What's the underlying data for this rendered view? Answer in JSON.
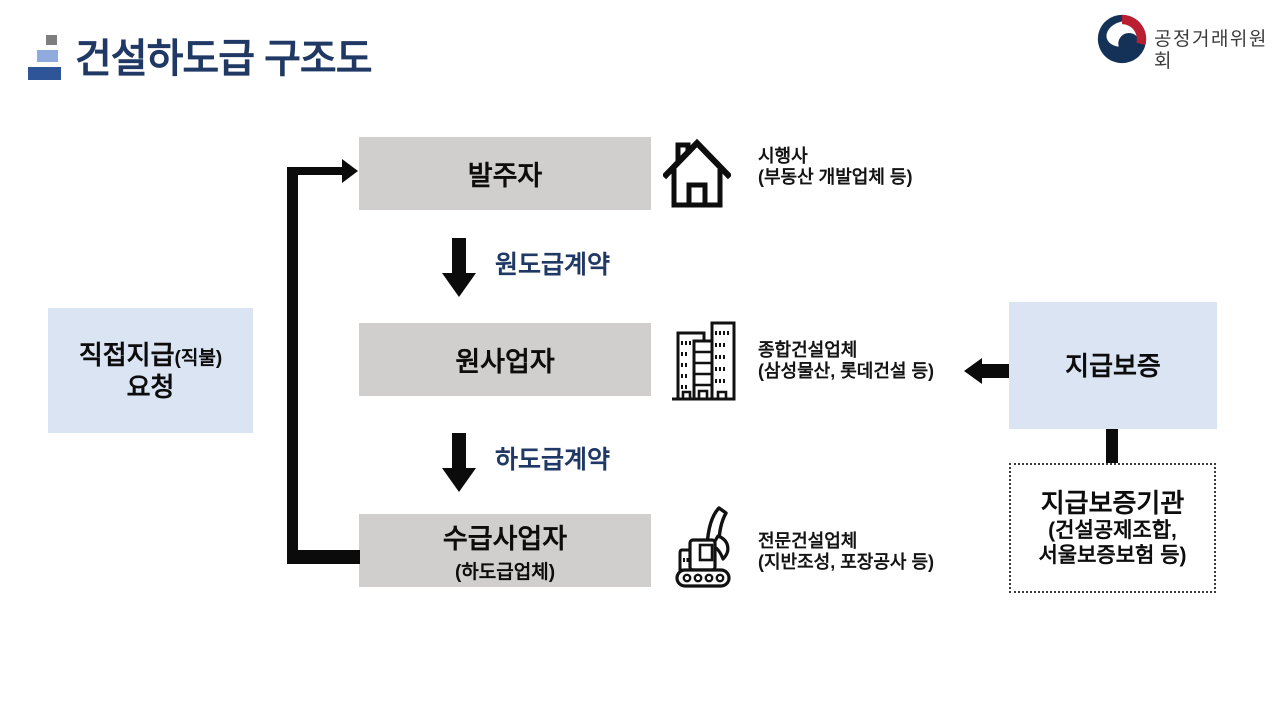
{
  "page": {
    "title": "건설하도급 구조도"
  },
  "logo": {
    "org_name": "공정거래위원회"
  },
  "nodes": {
    "owner": {
      "label": "발주자",
      "desc_line1": "시행사",
      "desc_line2": "(부동산 개발업체 등)",
      "icon": "house-icon"
    },
    "prime": {
      "label": "원사업자",
      "desc_line1": "종합건설업체",
      "desc_line2": "(삼성물산, 롯데건설 등)",
      "icon": "building-icon"
    },
    "sub": {
      "label": "수급사업자",
      "sublabel": "(하도급업체)",
      "desc_line1": "전문건설업체",
      "desc_line2": "(지반조성, 포장공사 등)",
      "icon": "excavator-icon"
    }
  },
  "edges": {
    "prime_contract": {
      "label": "원도급계약"
    },
    "sub_contract": {
      "label": "하도급계약"
    }
  },
  "side": {
    "direct_payment": {
      "line1": "직접지급",
      "paren": "(직불)",
      "line2": "요청"
    },
    "guarantee": {
      "label": "지급보증"
    },
    "guarantee_org": {
      "title": "지급보증기관",
      "line1": "(건설공제조합,",
      "line2": "서울보증보험 등)"
    }
  },
  "icons": {
    "header": "stacked-blocks-icon",
    "emblem": "korea-government-emblem-icon",
    "owner": "house-icon",
    "prime": "building-icon",
    "sub": "excavator-icon"
  },
  "colors": {
    "title_navy": "#1f3864",
    "edge_label_navy": "#203864",
    "box_gray": "#d1cece",
    "box_blue": "#dbe4f2",
    "connector_black": "#0b0b0b",
    "emblem_navy": "#143157",
    "emblem_red": "#ba1f31",
    "title_icon_gray": "#7f7f7f",
    "title_icon_lightblue": "#8faadc",
    "title_icon_blue": "#2e5597"
  }
}
